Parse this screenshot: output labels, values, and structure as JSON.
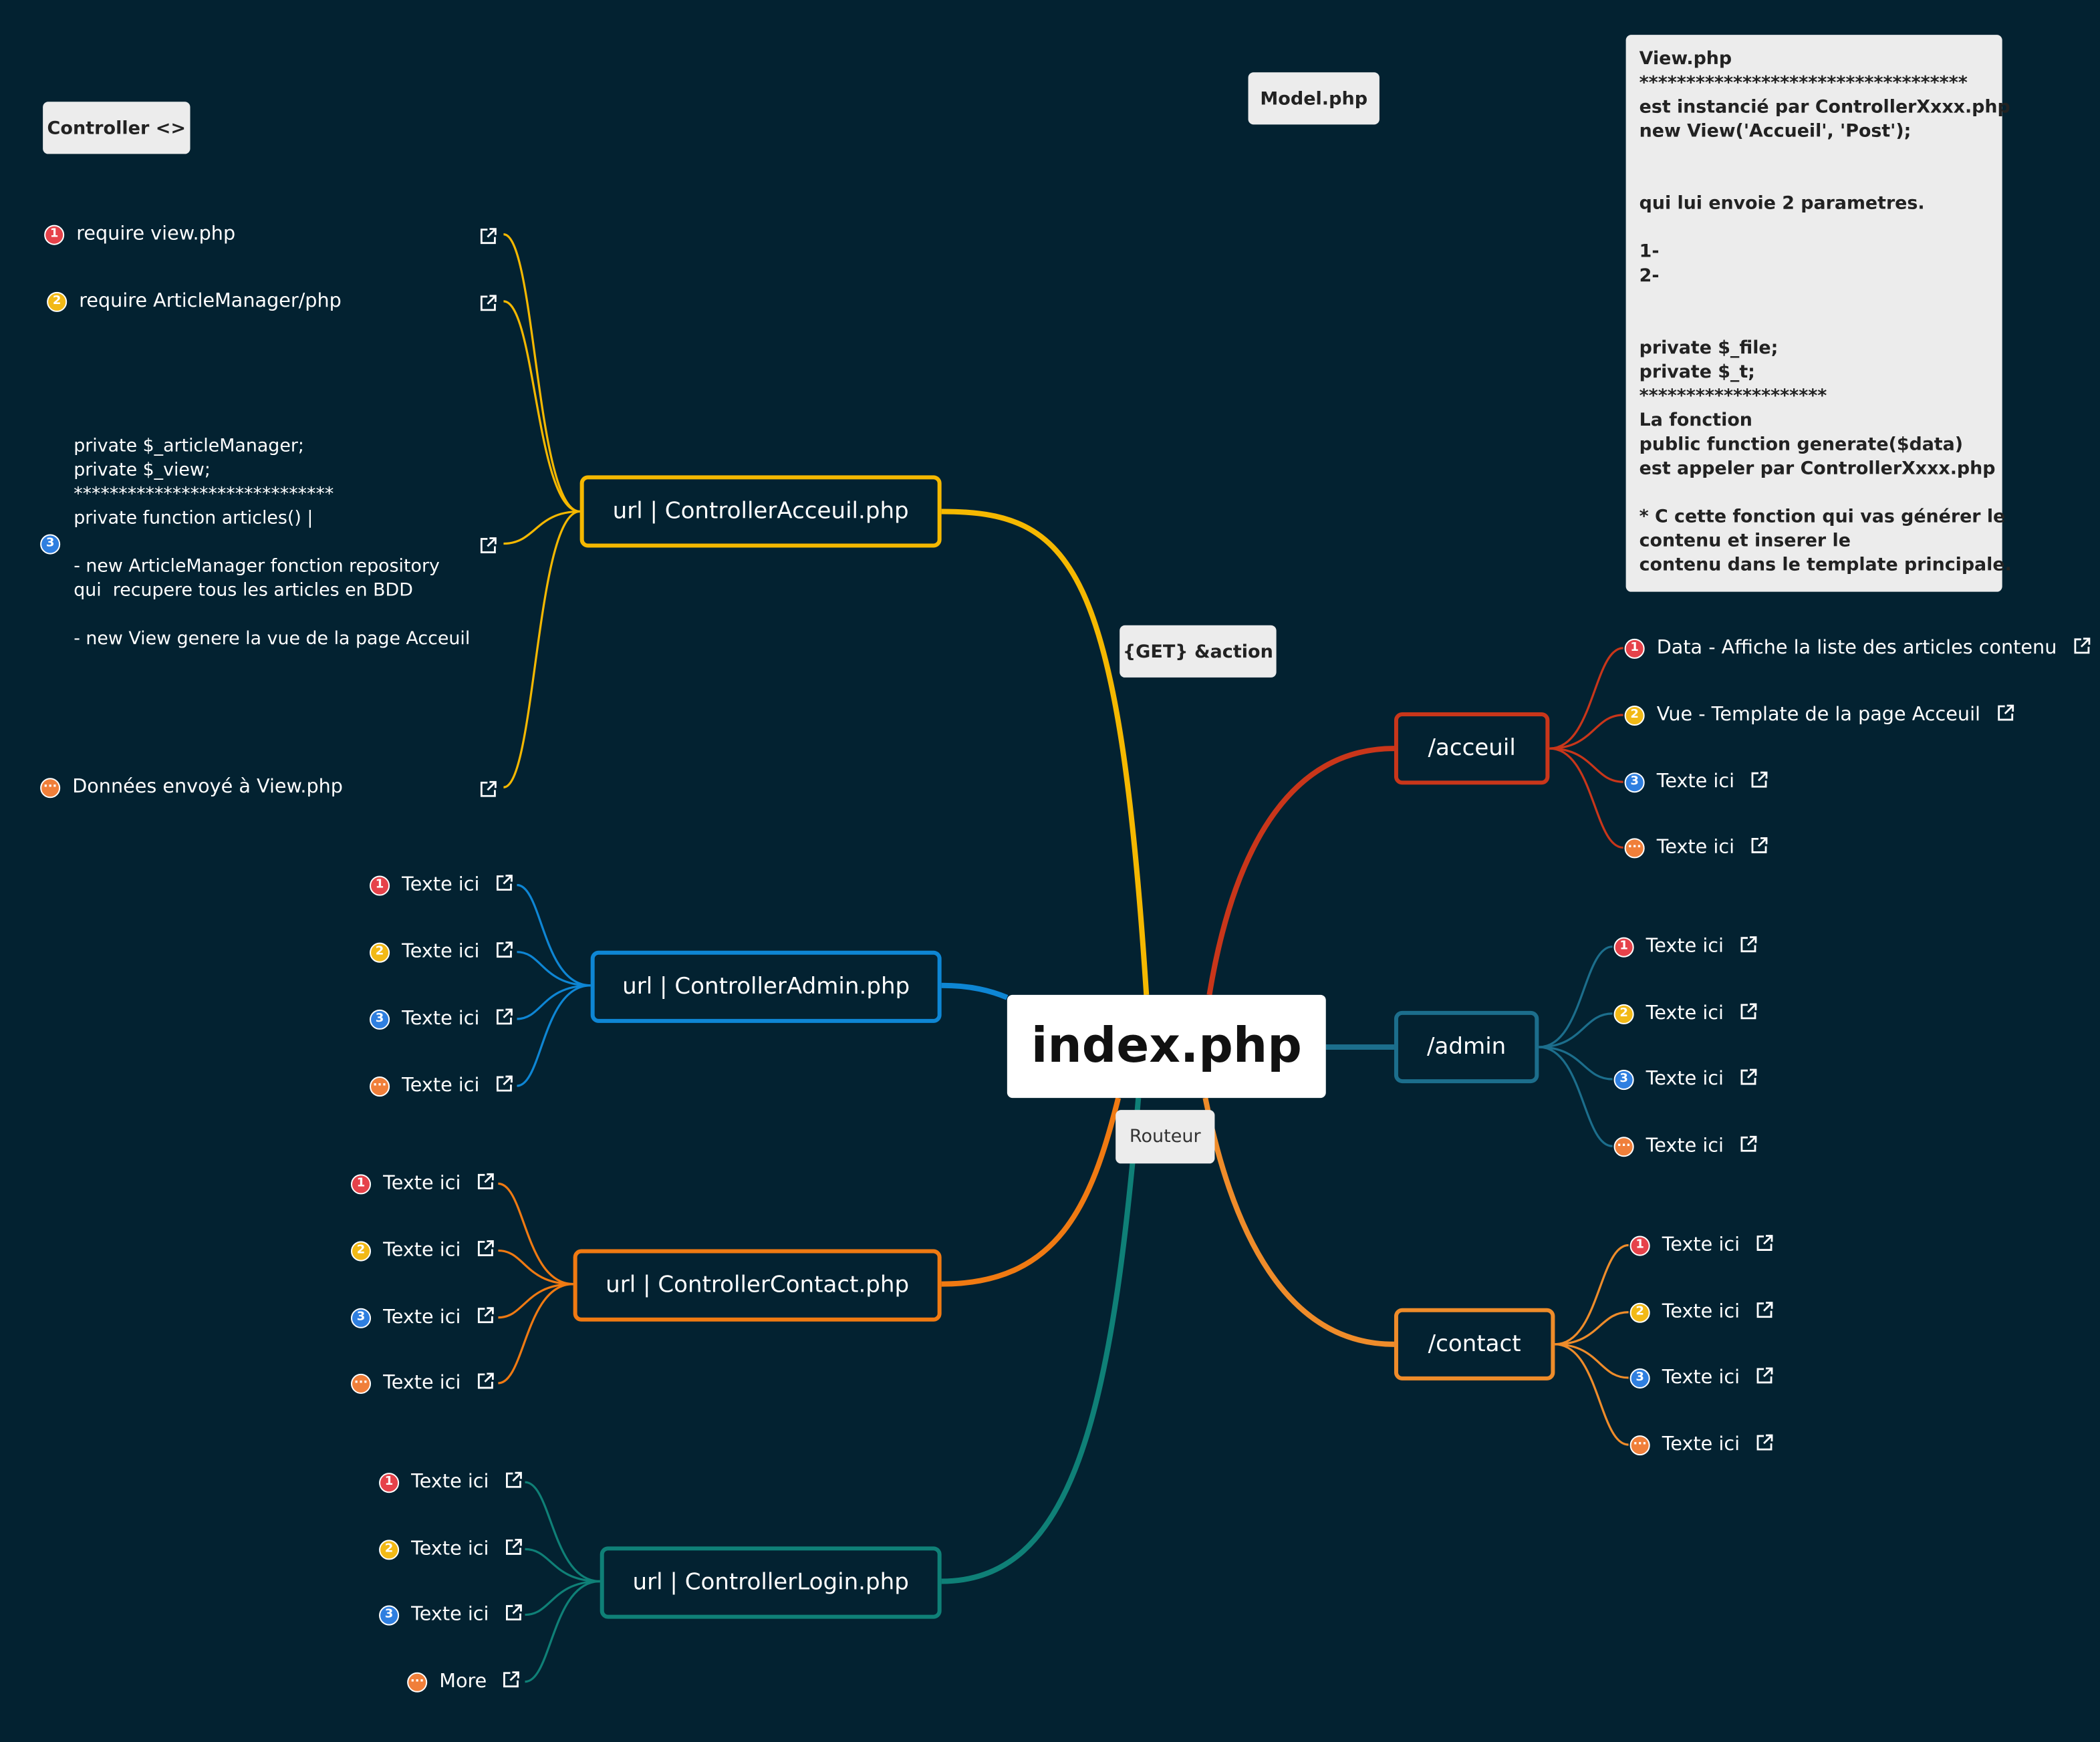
{
  "center": {
    "title": "index.php",
    "tag": "Routeur"
  },
  "notes": {
    "controller": "Controller <>",
    "model": "Model.php",
    "get": "{GET} &action",
    "view": "View.php\n***********************************\nest instancié par ControllerXxxx.php\nnew View('Accueil', 'Post');\n\n\nqui lui envoie 2 parametres.\n\n1-\n2-\n\n\nprivate $_file;\nprivate $_t;\n********************\nLa fonction\npublic function generate($data)\nest appeler par ControllerXxxx.php\n\n* C cette fonction qui vas générer le\ncontenu et inserer le\ncontenu dans le template principale."
  },
  "controllers": {
    "acceuil": {
      "label": "url | ControllerAcceuil.php",
      "color": "#f5b800",
      "leaves": [
        "require view.php",
        "require ArticleManager/php",
        "",
        "Données envoyé à View.php"
      ],
      "code": "private $_articleManager;\nprivate $_view;\n*****************************\nprivate function articles() |\n\n- new ArticleManager fonction repository\nqui  recupere tous les articles en BDD\n\n- new View genere la vue de la page Acceuil"
    },
    "admin": {
      "label": "url | ControllerAdmin.php",
      "color": "#0e86d4",
      "leaves": [
        "Texte ici",
        "Texte ici",
        "Texte ici",
        "Texte ici"
      ]
    },
    "contact": {
      "label": "url | ControllerContact.php",
      "color": "#f07a12",
      "leaves": [
        "Texte ici",
        "Texte ici",
        "Texte ici",
        "Texte ici"
      ]
    },
    "login": {
      "label": "url | ControllerLogin.php",
      "color": "#0f8077",
      "leaves": [
        "Texte ici",
        "Texte ici",
        "Texte ici",
        "More"
      ]
    }
  },
  "routes": {
    "acceuil": {
      "label": "/acceuil",
      "color": "#c9361a",
      "leaves": [
        "Data - Affiche la liste des articles contenu",
        "Vue - Template de la page Acceuil",
        "Texte ici",
        "Texte ici"
      ]
    },
    "admin": {
      "label": "/admin",
      "color": "#1c6e8c",
      "leaves": [
        "Texte ici",
        "Texte ici",
        "Texte ici",
        "Texte ici"
      ]
    },
    "contact": {
      "label": "/contact",
      "color": "#ef8c2a",
      "leaves": [
        "Texte ici",
        "Texte ici",
        "Texte ici",
        "Texte ici"
      ]
    }
  },
  "badges": [
    "1",
    "2",
    "3",
    "···"
  ]
}
